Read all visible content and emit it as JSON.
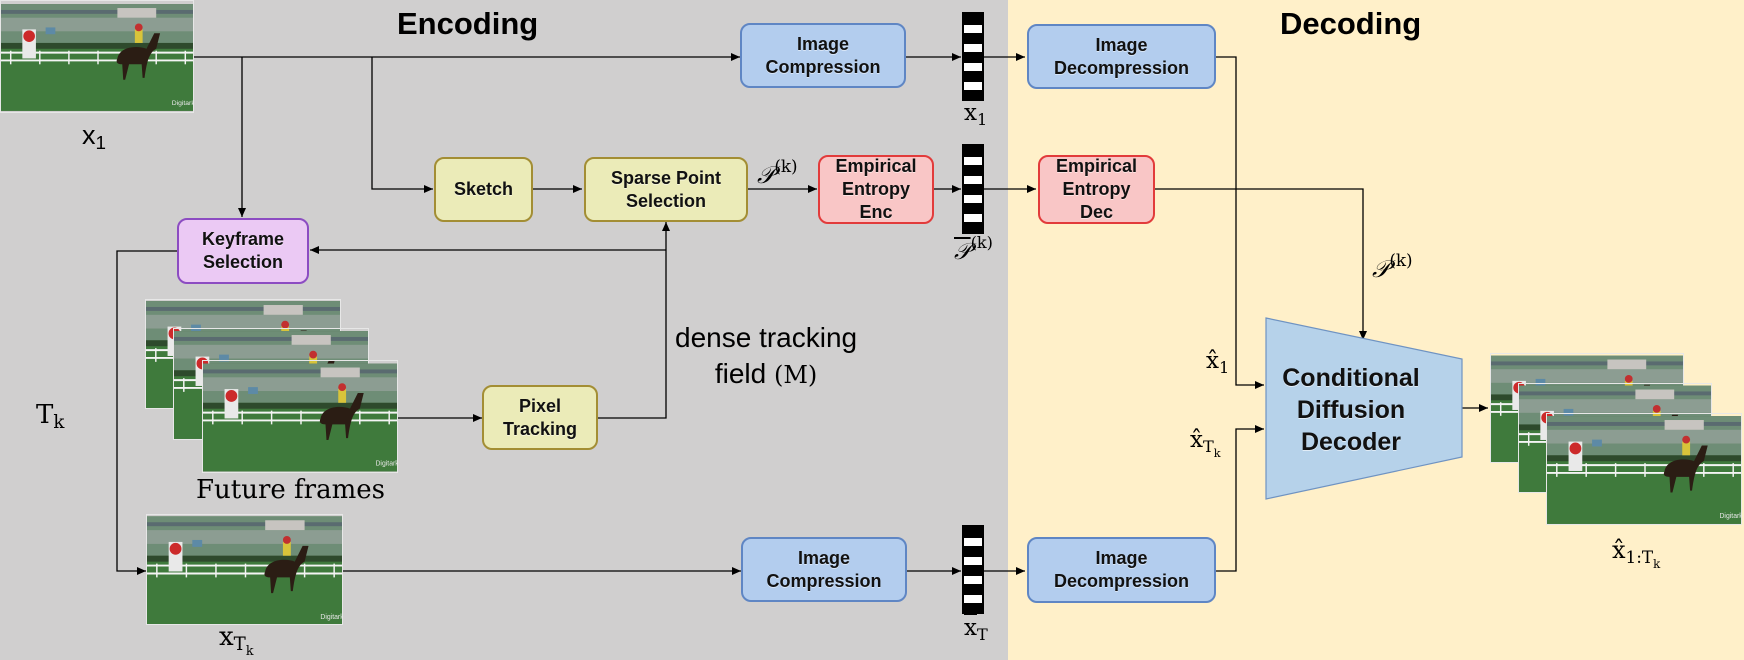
{
  "sections": {
    "encoding": "Encoding",
    "decoding": "Decoding"
  },
  "blocks": {
    "image_compression": "Image\nCompression",
    "image_decompression": "Image\nDecompression",
    "sketch": "Sketch",
    "sparse_point_selection": "Sparse Point\nSelection",
    "empirical_entropy_enc": "Empirical\nEntropy\nEnc",
    "empirical_entropy_dec": "Empirical\nEntropy\nDec",
    "keyframe_selection": "Keyframe\nSelection",
    "pixel_tracking": "Pixel\nTracking",
    "conditional_diffusion_decoder": "Conditional\nDiffusion\nDecoder"
  },
  "labels": {
    "x1_base": "x",
    "x1_sub": "1",
    "tk_base": "T",
    "tk_sub": "k",
    "future_frames": "Future frames",
    "dense_tracking_line1": "dense tracking",
    "dense_tracking_line2": "field",
    "dense_tracking_symbol": "(M)",
    "xtk_base": "x",
    "xtk_sub": "T",
    "xtk_subsub": "k",
    "p_script": "𝒫",
    "k_sup": "(k)",
    "bar_x1_base": "x",
    "bar_x1_sub": "1",
    "bar_p_base": "𝒫",
    "bar_p_sup": "(k)",
    "bar_xt_base": "x",
    "bar_xt_sub": "T",
    "hat_x1_base": "x̂",
    "hat_x1_sub": "1",
    "hat_xtk_base": "x̂",
    "hat_xtk_sub": "T",
    "hat_xtk_subsub": "k",
    "output_base": "x̂",
    "output_sub": "1:T",
    "output_subsub": "k"
  },
  "icons": {
    "frame": "racehorse-video-frame-thumbnail",
    "bitstream": "bitstream-codebar"
  },
  "colors": {
    "encoding_bg": "#d0cfcf",
    "decoding_bg": "#fff0c9",
    "compression_fill": "#b3cdee",
    "process_fill": "#ebebb8",
    "entropy_fill": "#f9c6c6",
    "keyframe_fill": "#ebc9f4",
    "decoder_fill": "#b6d2ea"
  }
}
